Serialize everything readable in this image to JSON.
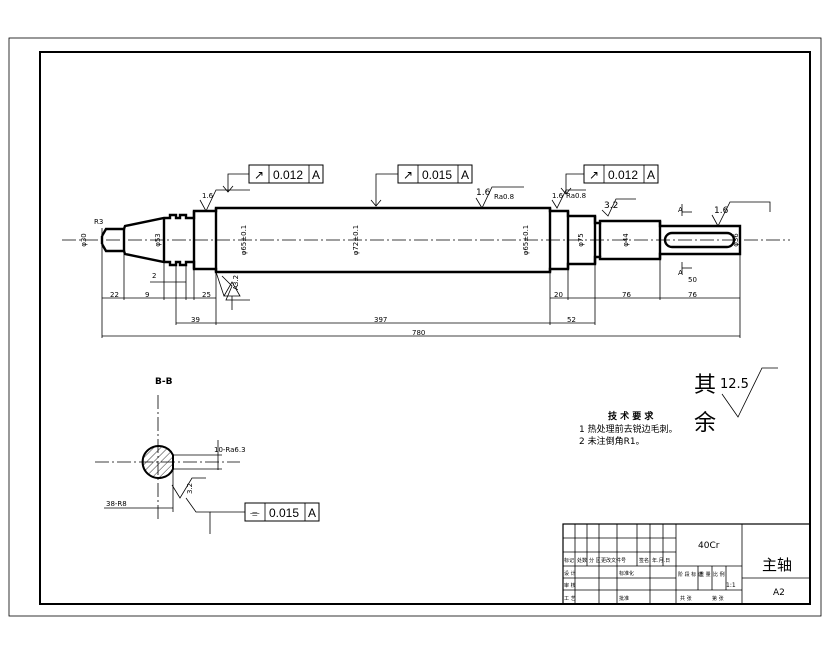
{
  "tolerance_frames": {
    "left": {
      "symbol": "↗",
      "value": "0.012",
      "datum": "A"
    },
    "middle": {
      "symbol": "↗",
      "value": "0.015",
      "datum": "A"
    },
    "right": {
      "symbol": "↗",
      "value": "0.012",
      "datum": "A"
    },
    "section": {
      "symbol": "⌯",
      "value": "0.015",
      "datum": "A"
    }
  },
  "surface_finish": {
    "f1": "1.6",
    "f2": "1.6",
    "f2_sub": "Ra0.8",
    "f3": "1.6",
    "f3_sub": "Ra0.8",
    "f4": "3.2",
    "f5": "1.6",
    "f6": "3.2",
    "f_section": "3.2",
    "section_keyway": "10-Ra6.3"
  },
  "dimensions": {
    "r3": "R3",
    "d_tip": "φ30",
    "d_taper": "φ53",
    "d_j1": "φ65±0.1",
    "d_main": "φ72±0.1",
    "d_j2": "φ65±0.1",
    "d_shoulder": "φ75",
    "d_44": "φ44",
    "d_36": "φ36",
    "groove_2": "2",
    "l_22": "22",
    "l_9": "9",
    "l_25": "25",
    "l_39": "39",
    "l_397": "397",
    "l_20": "20",
    "l_52": "52",
    "l_76a": "76",
    "l_76b": "76",
    "l_780": "780",
    "key_50": "50",
    "label_a1": "A",
    "label_a2": "A",
    "datum_a": "A",
    "section_dim": "38-R8"
  },
  "section": {
    "title": "B-B"
  },
  "roughness_note": {
    "qi": "其",
    "yu": "余",
    "value": "12.5"
  },
  "tech_requirements": {
    "title": "技 术 要 求",
    "item1": "1 热处理前去锐边毛刺。",
    "item2": "2 未注倒角R1。"
  },
  "title_block": {
    "material": "40Cr",
    "part_name": "主轴",
    "sheet_size": "A2",
    "scale": "1:1",
    "c_mark": "标记",
    "c_count": "处数",
    "c_zone": "分 区",
    "c_change": "更改文件号",
    "c_sign": "签名",
    "c_date": "年.月.日",
    "c_design": "设 计",
    "c_std": "标准化",
    "c_review": "审 核",
    "c_process": "工 艺",
    "c_approve": "批准",
    "c_stage": "阶 段 标 记",
    "c_weight": "重 量",
    "c_ratio": "比 例",
    "c_total": "共 张",
    "c_sheet": "第 张"
  }
}
